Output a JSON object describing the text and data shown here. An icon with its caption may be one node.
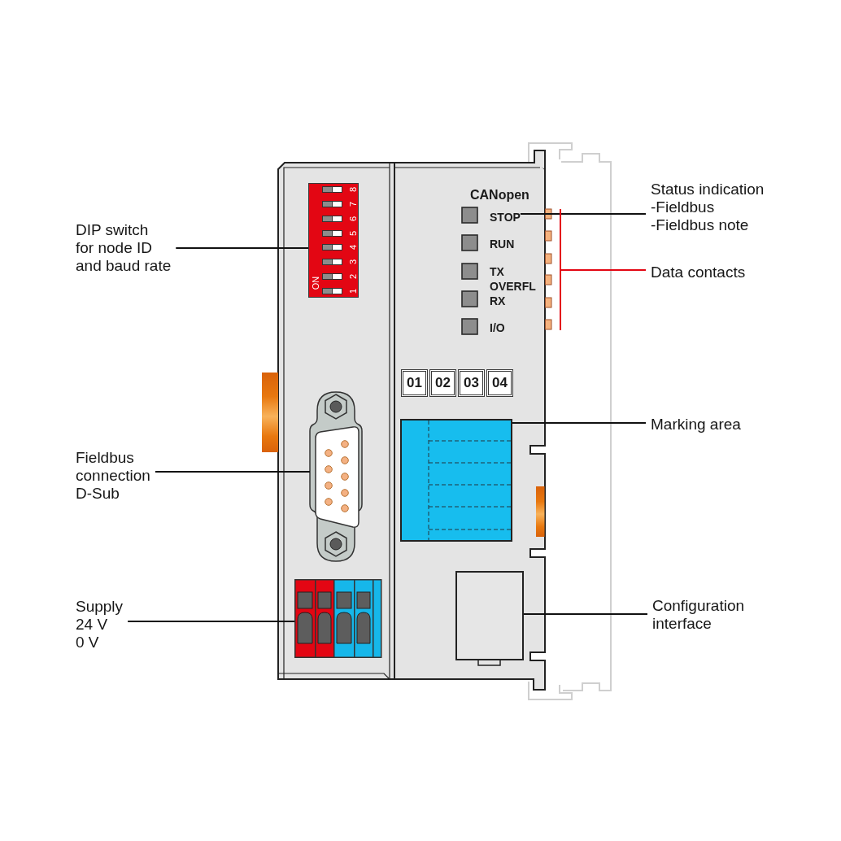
{
  "diagram": {
    "nodes": [
      {
        "text": [
          "DIP switch for node ID and baud rate"
        ]
      },
      {
        "text": [
          "Fieldbus connection D-Sub"
        ]
      },
      {
        "text": [
          "Supply 24 V 0 V"
        ]
      },
      {
        "text": [
          "ON",
          "1",
          "2",
          "3",
          "4",
          "5",
          "6",
          "7",
          "8"
        ]
      },
      {
        "text": [
          "STOP"
        ]
      },
      {
        "text": [],
        "shape": "picture"
      },
      {
        "text": [],
        "shape": "picture"
      },
      {
        "text": [],
        "shape": "box"
      },
      {
        "text": [],
        "shape": "picture"
      },
      {
        "text": [],
        "shape": "box"
      },
      {
        "text": [
          "Status indication -Fieldbus -Fieldbus note"
        ]
      },
      {
        "text": [
          "Data contacts"
        ]
      },
      {
        "text": [
          "Marking area"
        ]
      },
      {
        "text": [
          "Configuration interface"
        ]
      }
    ],
    "edges": [
      {
        "from": 0,
        "to": 3,
        "arrow": "none"
      },
      {
        "from": 1,
        "to": 6,
        "arrow": "none"
      },
      {
        "from": 2,
        "to": 8,
        "arrow": "none"
      },
      {
        "from": 10,
        "to": 4,
        "arrow": "none"
      },
      {
        "from": 11,
        "to": 5,
        "arrow": "none",
        "color": "#e30613"
      },
      {
        "from": 12,
        "to": 7,
        "arrow": "none"
      },
      {
        "from": 13,
        "to": 9,
        "arrow": "none"
      }
    ],
    "labels": [
      "CANopen",
      "RUN",
      "TX",
      "OVERFL",
      "RX",
      "I/O",
      "01",
      "02",
      "03",
      "04"
    ]
  }
}
